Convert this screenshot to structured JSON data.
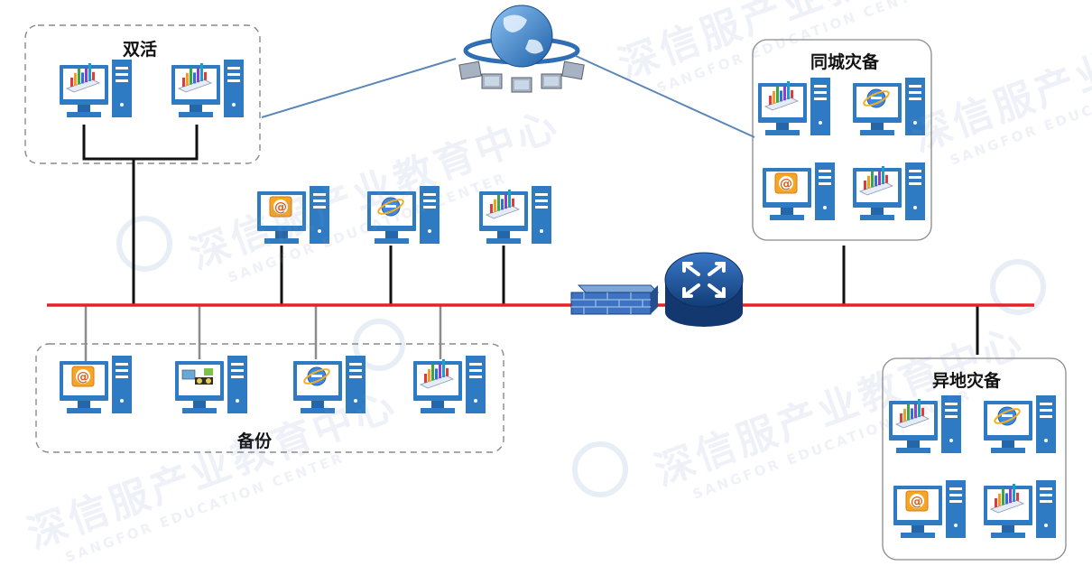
{
  "groups": {
    "active_active": {
      "label": "双活"
    },
    "backup": {
      "label": "备份"
    },
    "same_city_dr": {
      "label": "同城灾备"
    },
    "remote_dr": {
      "label": "异地灾备"
    }
  },
  "watermark": {
    "text_cn": "深信服产业教育中心",
    "text_en": "SANGFOR EDUCATION CENTER"
  },
  "colors": {
    "backbone": "#e8202a",
    "link": "#111111",
    "backup_link": "#8c8c8c",
    "wan_link": "#5a86b8",
    "monitor": "#2e7bc4",
    "group_border": "#8a8a8a"
  },
  "icons": {
    "computer_screens": [
      "chart",
      "email",
      "browser",
      "tape"
    ],
    "network": [
      "globe-network-icon",
      "firewall-icon",
      "router-icon"
    ]
  }
}
